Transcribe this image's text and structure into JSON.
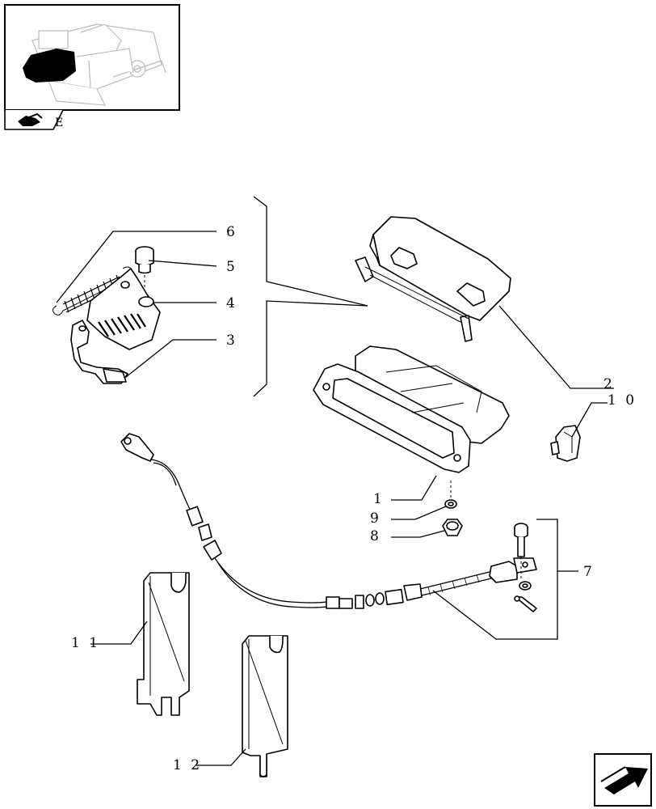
{
  "thumbnail": {
    "corner_text": "E",
    "icon": "wrench-book-icon"
  },
  "callouts": {
    "c1": "1",
    "c2": "2",
    "c3": "3",
    "c4": "4",
    "c5": "5",
    "c6": "6",
    "c7": "7",
    "c8": "8",
    "c9": "9",
    "c10": "1 0",
    "c11": "1 1",
    "c12": "1 2"
  },
  "nav_button": {
    "icon": "next-page-arrow-icon"
  }
}
